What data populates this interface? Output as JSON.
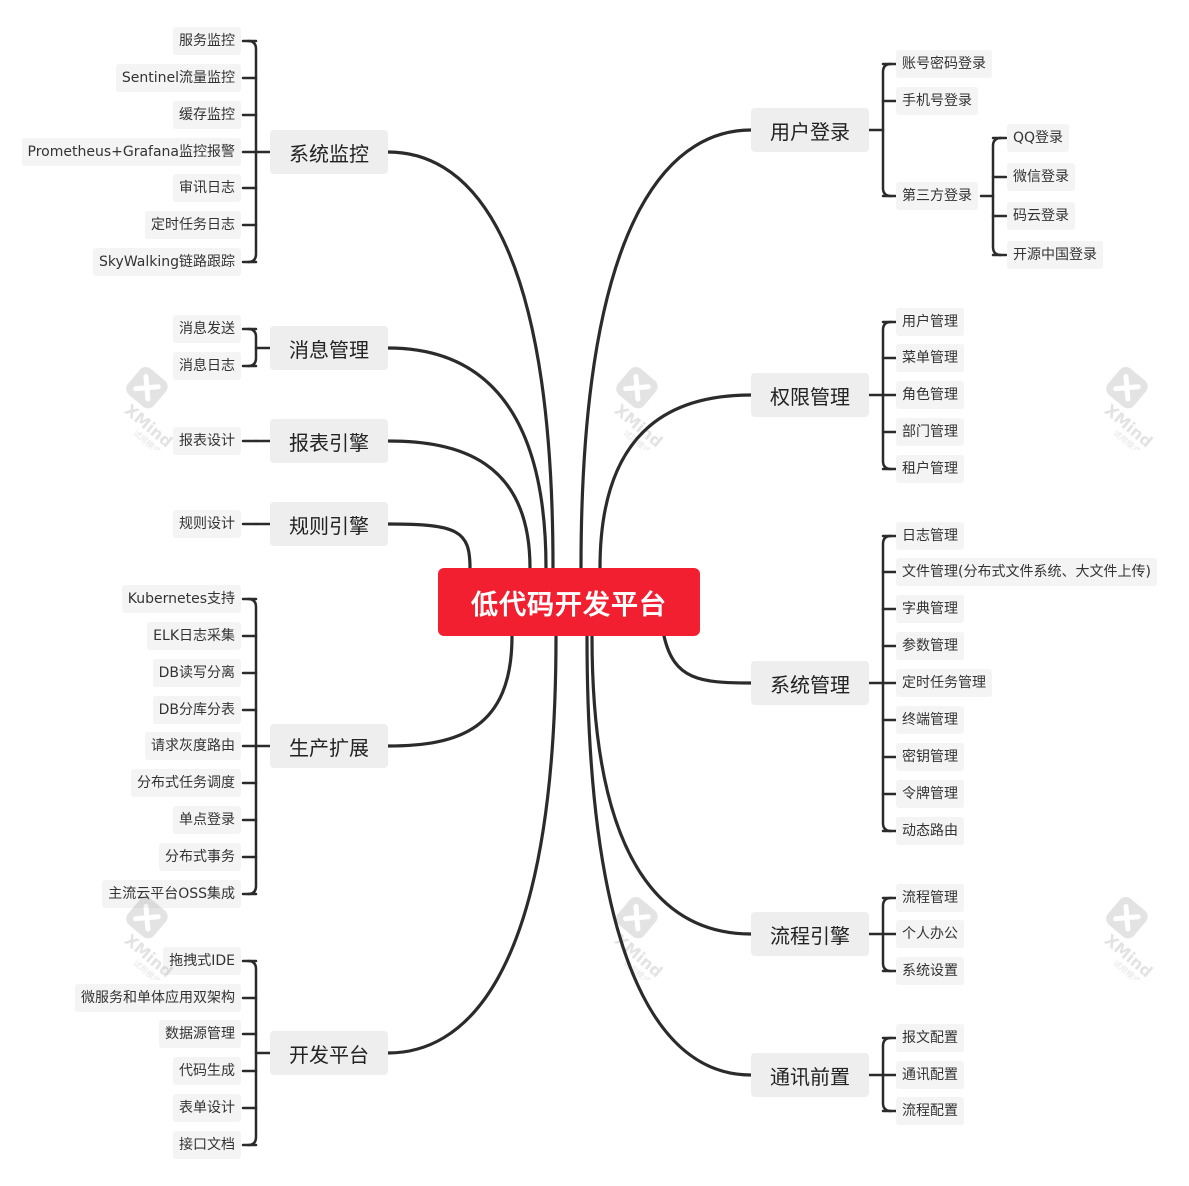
{
  "root": "低代码开发平台",
  "colors": {
    "root": "#f21f30",
    "line": "#2b2b2b",
    "topic_bg": "#eeeeee",
    "leaf_bg": "#f4f4f4"
  },
  "watermark": {
    "text": "XMind",
    "subtext": "试用模式",
    "icon": "xmind-x-icon"
  },
  "left": [
    {
      "label": "系统监控",
      "children": [
        "服务监控",
        "Sentinel流量监控",
        "缓存监控",
        "Prometheus+Grafana监控报警",
        "审讯日志",
        "定时任务日志",
        "SkyWalking链路跟踪"
      ]
    },
    {
      "label": "消息管理",
      "children": [
        "消息发送",
        "消息日志"
      ]
    },
    {
      "label": "报表引擎",
      "children": [
        "报表设计"
      ]
    },
    {
      "label": "规则引擎",
      "children": [
        "规则设计"
      ]
    },
    {
      "label": "生产扩展",
      "children": [
        "Kubernetes支持",
        "ELK日志采集",
        "DB读写分离",
        "DB分库分表",
        "请求灰度路由",
        "分布式任务调度",
        "单点登录",
        "分布式事务",
        "主流云平台OSS集成"
      ]
    },
    {
      "label": "开发平台",
      "children": [
        "拖拽式IDE",
        "微服务和单体应用双架构",
        "数据源管理",
        "代码生成",
        "表单设计",
        "接口文档"
      ]
    }
  ],
  "right": [
    {
      "label": "用户登录",
      "children": [
        "账号密码登录",
        "手机号登录",
        "第三方登录"
      ],
      "sub": {
        "parent": "第三方登录",
        "children": [
          "QQ登录",
          "微信登录",
          "码云登录",
          "开源中国登录"
        ]
      }
    },
    {
      "label": "权限管理",
      "children": [
        "用户管理",
        "菜单管理",
        "角色管理",
        "部门管理",
        "租户管理"
      ]
    },
    {
      "label": "系统管理",
      "children": [
        "日志管理",
        "文件管理(分布式文件系统、大文件上传)",
        "字典管理",
        "参数管理",
        "定时任务管理",
        "终端管理",
        "密钥管理",
        "令牌管理",
        "动态路由"
      ]
    },
    {
      "label": "流程引擎",
      "children": [
        "流程管理",
        "个人办公",
        "系统设置"
      ]
    },
    {
      "label": "通讯前置",
      "children": [
        "报文配置",
        "通讯配置",
        "流程配置"
      ]
    }
  ]
}
